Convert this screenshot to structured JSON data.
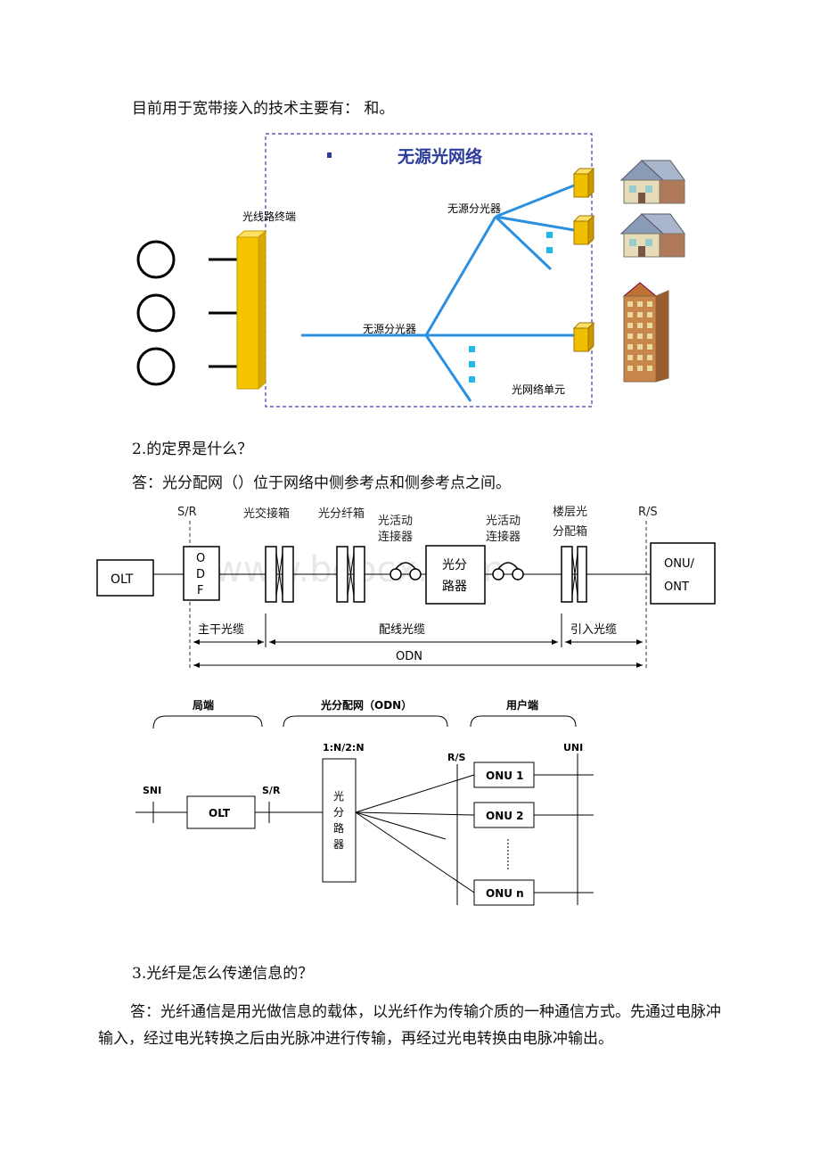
{
  "intro_text": "目前用于宽带接入的技术主要有： 和。",
  "diagram1": {
    "title": "无源光网络",
    "olt_label": "光线路终端",
    "splitter_top": "无源分光器",
    "splitter_main": "无源分光器",
    "onu_label": "光网络单元"
  },
  "q2": {
    "question": "2.的定界是什么？",
    "answer": "答：光分配网（）位于网络中侧参考点和侧参考点之间。"
  },
  "diagram2": {
    "olt": "OLT",
    "odf": [
      "O",
      "D",
      "F"
    ],
    "ref_left": "S/R",
    "ref_right": "R/S",
    "cross_box": "光交接箱",
    "split_box": "光分纤箱",
    "connector_left": [
      "光活动",
      "连接器"
    ],
    "connector_right": [
      "光活动",
      "连接器"
    ],
    "splitter": [
      "光分",
      "路器"
    ],
    "floor_box": [
      "楼层光",
      "分配箱"
    ],
    "onu": [
      "ONU/",
      "ONT"
    ],
    "trunk": "主干光缆",
    "distribution": "配线光缆",
    "drop": "引入光缆",
    "odn": "ODN",
    "watermark": "www.bdocx.com"
  },
  "diagram3": {
    "group_office": "局端",
    "group_odn": "光分配网（ODN）",
    "group_user": "用户端",
    "ratio": "1:N/2:N",
    "sni": "SNI",
    "sr": "S/R",
    "rs": "R/S",
    "uni": "UNI",
    "olt": "OLT",
    "splitter": [
      "光",
      "分",
      "路",
      "器"
    ],
    "onus": [
      "ONU 1",
      "ONU 2",
      "ONU n"
    ]
  },
  "q3": {
    "question": "3.光纤是怎么传递信息的？",
    "answer": "答：光纤通信是用光做信息的载体，以光纤作为传输介质的一种通信方式。先通过电脉冲输入，经过电光转换之后由光脉冲进行传输，再经过光电转换由电脉冲输出。"
  },
  "colors": {
    "fiber": "#2b8fe0",
    "olt_fill": "#f5c400",
    "onu_fill": "#f0c000",
    "dashed_border": "#3a3ab0",
    "title_color": "#2c3c9c",
    "dots": "#22b8e8"
  }
}
